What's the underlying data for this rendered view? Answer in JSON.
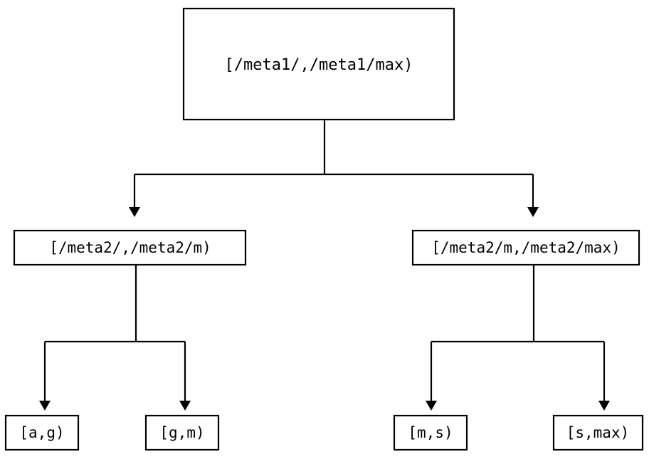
{
  "diagram": {
    "type": "tree",
    "title": "",
    "background_color": "#ffffff",
    "line_color": "#000000",
    "box_fill": "#ffffff",
    "levels": 3,
    "nodes": {
      "root": {
        "label": "[/meta1/,/meta1/max)",
        "level": 0
      },
      "mid_left": {
        "label": "[/meta2/,/meta2/m)",
        "level": 1
      },
      "mid_right": {
        "label": "[/meta2/m,/meta2/max)",
        "level": 1
      },
      "leaf_1": {
        "label": "[a,g)",
        "level": 2
      },
      "leaf_2": {
        "label": "[g,m)",
        "level": 2
      },
      "leaf_3": {
        "label": "[m,s)",
        "level": 2
      },
      "leaf_4": {
        "label": "[s,max)",
        "level": 2
      }
    },
    "edges": [
      {
        "from": "root",
        "to": "mid_left"
      },
      {
        "from": "root",
        "to": "mid_right"
      },
      {
        "from": "mid_left",
        "to": "leaf_1"
      },
      {
        "from": "mid_left",
        "to": "leaf_2"
      },
      {
        "from": "mid_right",
        "to": "leaf_3"
      },
      {
        "from": "mid_right",
        "to": "leaf_4"
      }
    ]
  }
}
